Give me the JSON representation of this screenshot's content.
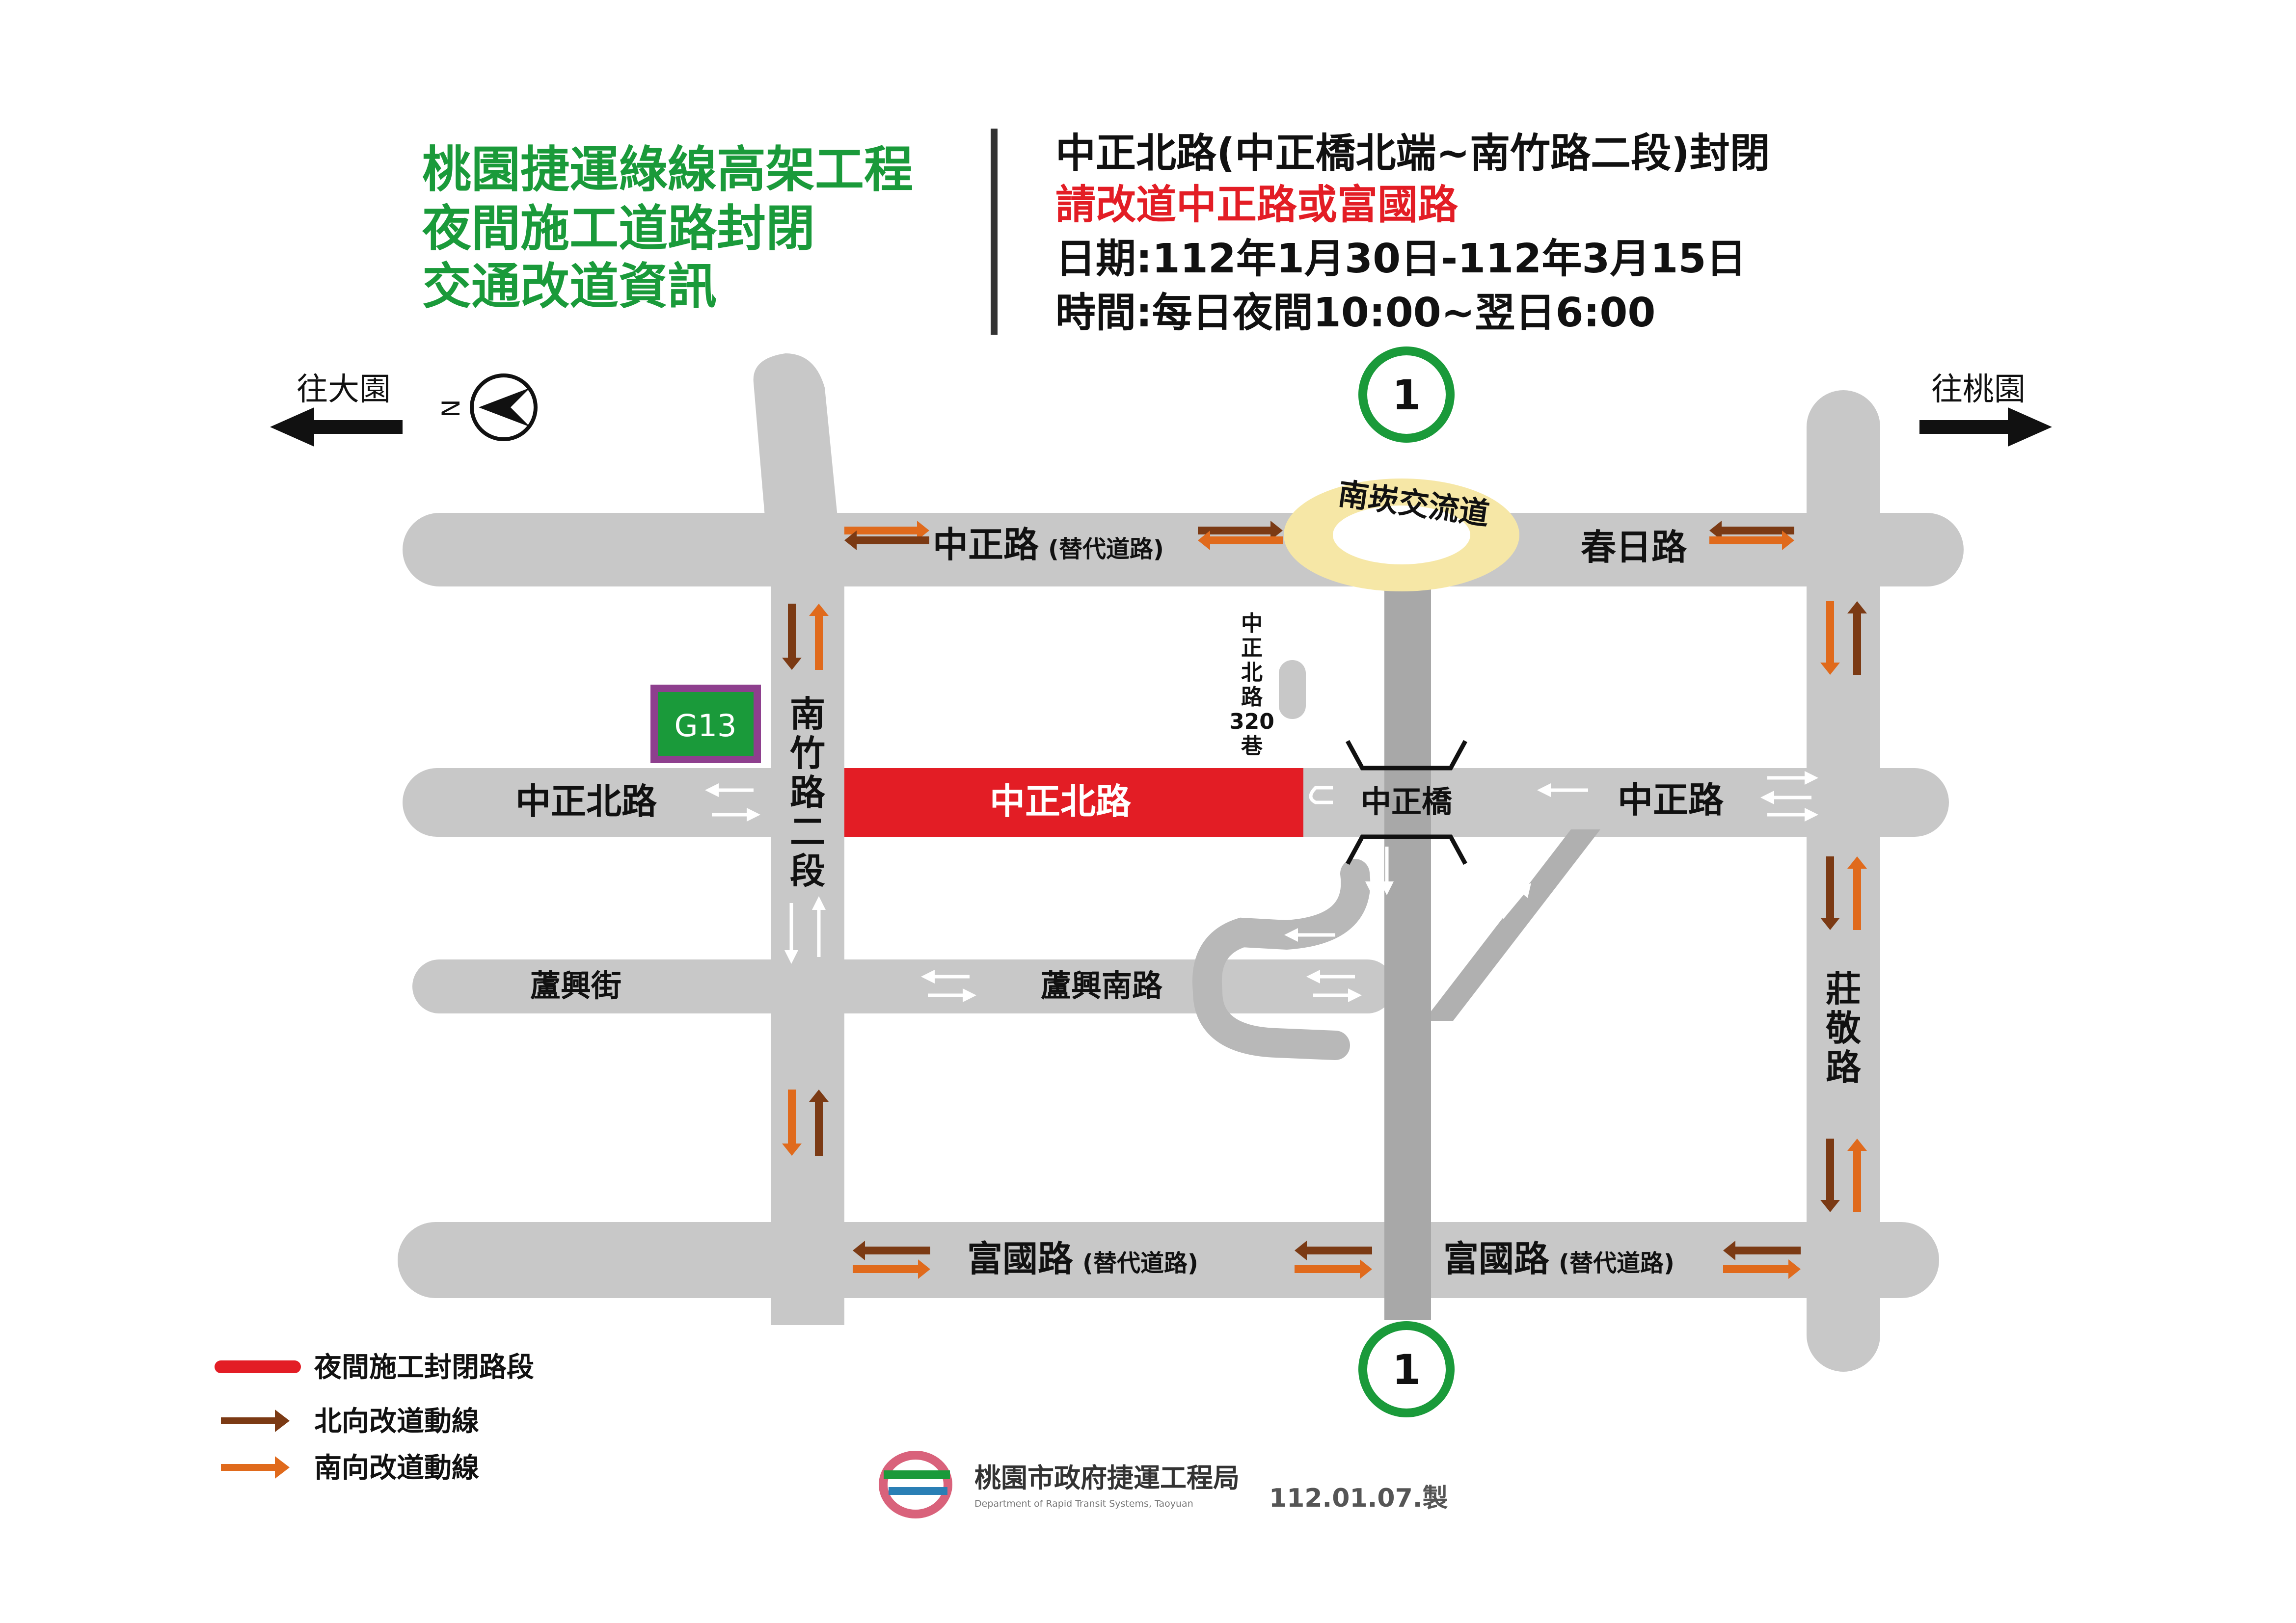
{
  "header": {
    "title_lines": [
      "桃園捷運綠線高架工程",
      "夜間施工道路封閉",
      "交通改道資訊"
    ],
    "closure": "中正北路(中正橋北端~南竹路二段)封閉",
    "detour": "請改道中正路或富國路",
    "date": "日期:112年1月30日-112年3月15日",
    "time": "時間:每日夜間10:00~翌日6:00"
  },
  "directions": {
    "west": "往大園",
    "east": "往桃園",
    "north_letter": "N"
  },
  "highway": {
    "number": "1"
  },
  "roads": {
    "zhongzheng_alt": "中正路",
    "alt_note": "(替代道路)",
    "chunri": "春日路",
    "nanzhu": [
      "南",
      "竹",
      "路",
      "二",
      "段"
    ],
    "zhongzheng_north": "中正北路",
    "closed_segment": "中正北路",
    "zhongzheng_right": "中正路",
    "bridge": "中正橋",
    "interchange": "南崁交流道",
    "lane": [
      "中",
      "正",
      "北",
      "路",
      "320",
      "巷"
    ],
    "luxing_st": "蘆興街",
    "luxing_s": "蘆興南路",
    "fuguo": "富國路",
    "zhuangjing": [
      "莊",
      "敬",
      "路"
    ]
  },
  "station": {
    "code": "G13"
  },
  "legend": [
    {
      "label": "夜間施工封閉路段",
      "color": "#e31d25"
    },
    {
      "label": "北向改道動線",
      "color": "#7b3a14"
    },
    {
      "label": "南向改道動線",
      "color": "#e06a1c"
    }
  ],
  "footer": {
    "agency": "桃園市政府捷運工程局",
    "agency_en": "Department of Rapid Transit Systems, Taoyuan",
    "made": "112.01.07.製"
  },
  "colors": {
    "title_green": "#1a9a3a",
    "detour_red": "#e31d25",
    "road_gray": "#c8c8c8",
    "highway_gray": "#a8a8a8",
    "interchange_yellow": "#f6e7a6",
    "station_green": "#1a9a3a",
    "station_border": "#8e3f8e",
    "north_arrow": "#7b3a14",
    "south_arrow": "#e06a1c"
  }
}
